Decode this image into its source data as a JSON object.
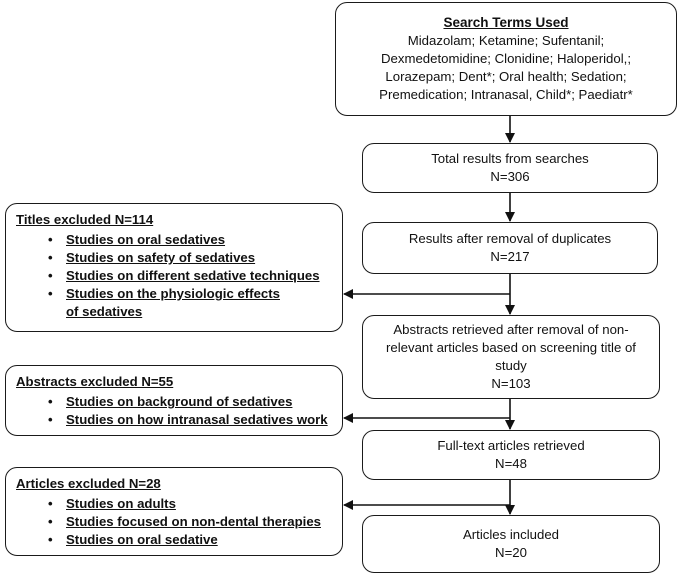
{
  "search": {
    "title": "Search Terms Used",
    "lines": [
      "Midazolam; Ketamine; Sufentanil;",
      "Dexmedetomidine; Clonidine; Haloperidol,;",
      "Lorazepam; Dent*; Oral health; Sedation;",
      "Premedication; Intranasal, Child*; Paediatr*"
    ]
  },
  "steps": [
    {
      "label": "Total results from searches",
      "count": "N=306"
    },
    {
      "label": "Results after removal of duplicates",
      "count": "N=217"
    },
    {
      "label": "Abstracts retrieved after removal of non-relevant articles based on screening title of study",
      "count": "N=103"
    },
    {
      "label": "Full-text articles retrieved",
      "count": "N=48"
    },
    {
      "label": "Articles included",
      "count": "N=20"
    }
  ],
  "exclusions": [
    {
      "heading": "Titles excluded  N=114",
      "items": [
        "Studies on oral sedatives",
        "Studies on safety of sedatives",
        "Studies on different sedative techniques",
        "Studies on the physiologic effects of sedatives"
      ]
    },
    {
      "heading": "Abstracts excluded  N=55",
      "items": [
        "Studies on background of sedatives",
        "Studies on how intranasal sedatives work"
      ]
    },
    {
      "heading": "Articles excluded  N=28",
      "items": [
        "Studies on adults",
        "Studies focused on non-dental therapies",
        "Studies on oral sedative"
      ]
    }
  ]
}
